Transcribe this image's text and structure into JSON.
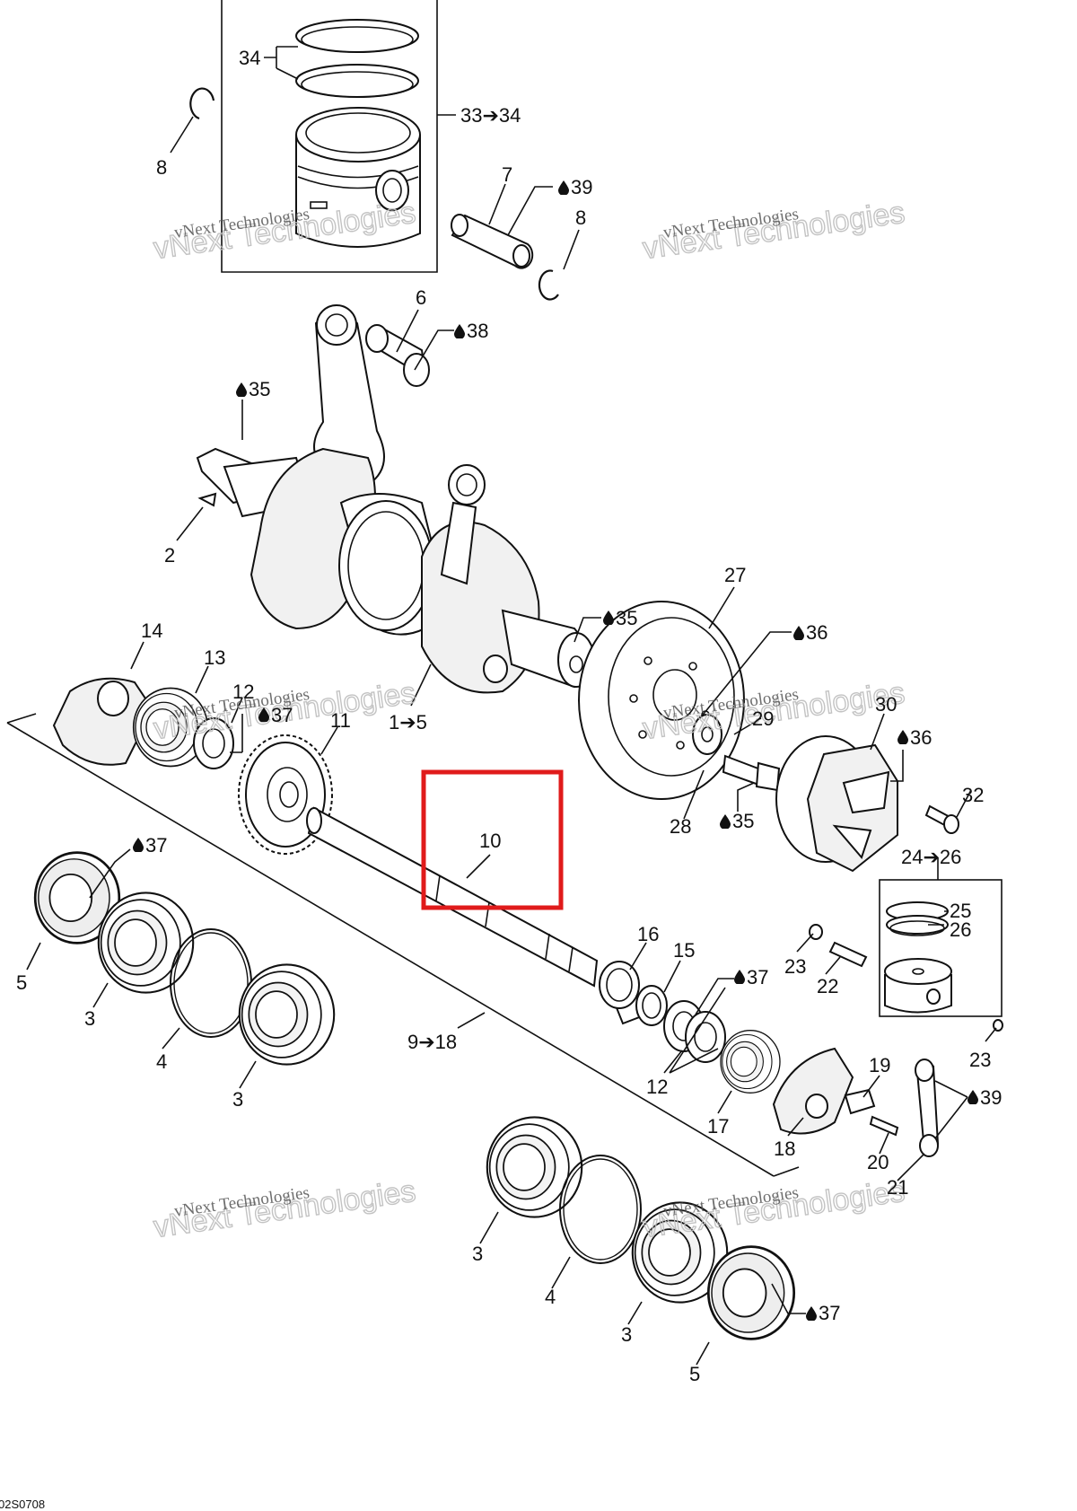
{
  "diagram": {
    "callouts": {
      "c34": "34",
      "c33to34": "33➔34",
      "c8a": "8",
      "c7": "7",
      "c39a": "39",
      "c8b": "8",
      "c6": "6",
      "c38": "38",
      "c35a": "35",
      "c2": "2",
      "c27": "27",
      "c35b": "35",
      "c36a": "36",
      "c14": "14",
      "c13": "13",
      "c12a": "12",
      "c37a": "37",
      "c11": "11",
      "c1to5": "1➔5",
      "c29": "29",
      "c30": "30",
      "c36b": "36",
      "c32": "32",
      "c28": "28",
      "c35c": "35",
      "c10": "10",
      "c24to26": "24➔26",
      "c25": "25",
      "c26": "26",
      "c37b": "37",
      "c5a": "5",
      "c3a": "3",
      "c4a": "4",
      "c3b": "3",
      "c9to18": "9➔18",
      "c16": "16",
      "c15": "15",
      "c37c": "37",
      "c23a": "23",
      "c22": "22",
      "c23b": "23",
      "c12b": "12",
      "c17": "17",
      "c18": "18",
      "c19": "19",
      "c39b": "39",
      "c20": "20",
      "c21": "21",
      "c3c": "3",
      "c4b": "4",
      "c37d": "37",
      "c3d": "3",
      "c5b": "5"
    },
    "watermark_line1": "vNext Technologies",
    "watermark_line2": "vNext Technologies",
    "figure_code": "02S0708",
    "highlight_color": "#e01b1b"
  }
}
